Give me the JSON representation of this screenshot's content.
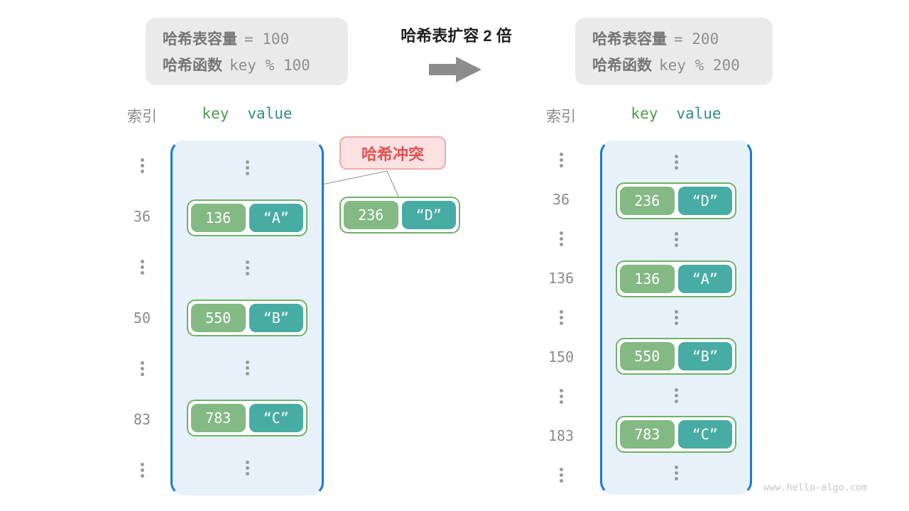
{
  "info_left": {
    "cap_label": "哈希表容量",
    "cap_value": "= 100",
    "fn_label": "哈希函数",
    "fn_value": "key % 100"
  },
  "info_right": {
    "cap_label": "哈希表容量",
    "cap_value": "= 200",
    "fn_label": "哈希函数",
    "fn_value": "key % 200"
  },
  "center": {
    "title": "哈希表扩容 2 倍",
    "arrow_icon": "right-block-arrow"
  },
  "collision": {
    "label": "哈希冲突",
    "pair": {
      "key": "236",
      "value": "“D”"
    }
  },
  "left_table": {
    "index_header": "索引",
    "key_header": "key",
    "value_header": "value",
    "rows": [
      {
        "type": "dots"
      },
      {
        "type": "pair",
        "index": "36",
        "key": "136",
        "value": "“A”"
      },
      {
        "type": "dots"
      },
      {
        "type": "pair",
        "index": "50",
        "key": "550",
        "value": "“B”"
      },
      {
        "type": "dots"
      },
      {
        "type": "pair",
        "index": "83",
        "key": "783",
        "value": "“C”"
      },
      {
        "type": "dots"
      }
    ]
  },
  "right_table": {
    "index_header": "索引",
    "key_header": "key",
    "value_header": "value",
    "rows": [
      {
        "type": "dots"
      },
      {
        "type": "pair",
        "index": "36",
        "key": "236",
        "value": "“D”"
      },
      {
        "type": "dots"
      },
      {
        "type": "pair",
        "index": "136",
        "key": "136",
        "value": "“A”"
      },
      {
        "type": "dots"
      },
      {
        "type": "pair",
        "index": "150",
        "key": "550",
        "value": "“B”"
      },
      {
        "type": "dots"
      },
      {
        "type": "pair",
        "index": "183",
        "key": "783",
        "value": "“C”"
      },
      {
        "type": "dots"
      }
    ]
  },
  "watermark": "www.hello-algo.com",
  "colors": {
    "key_green": "#83b983",
    "value_teal": "#47aca3",
    "pair_border": "#70b168",
    "table_border": "#1779d6",
    "table_fill": "#e7f1fa",
    "info_bg": "#eaeaea",
    "collision_bg": "#fbe1e1",
    "collision_border": "#f2aaaa",
    "collision_text": "#e25252",
    "arrow_gray": "#8c8c8c",
    "connector_gray": "#909090"
  }
}
